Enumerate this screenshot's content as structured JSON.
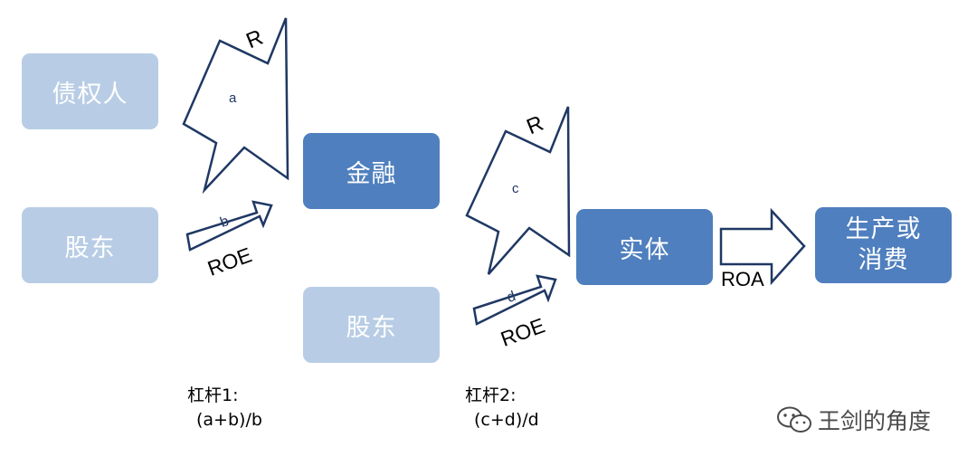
{
  "nodes": {
    "creditor": "债权人",
    "shareholder1": "股东",
    "finance": "金融",
    "shareholder2": "股东",
    "entity": "实体",
    "output": "生产或\n消费"
  },
  "arrows": {
    "R1": "R",
    "a": "a",
    "b": "b",
    "roe1": "ROE",
    "R2": "R",
    "c": "c",
    "d": "d",
    "roe2": "ROE",
    "roa": "ROA"
  },
  "formulas": {
    "lev1_title": "杠杆1:",
    "lev1_expr": "(a+b)/b",
    "lev2_title": "杠杆2:",
    "lev2_expr": "(c+d)/d"
  },
  "watermark": {
    "icon": "wechat-icon",
    "text": "王剑的角度"
  },
  "colors": {
    "light_box": "#b8cde5",
    "dark_box": "#4f7fbe",
    "arrow_stroke": "#1f3864"
  }
}
